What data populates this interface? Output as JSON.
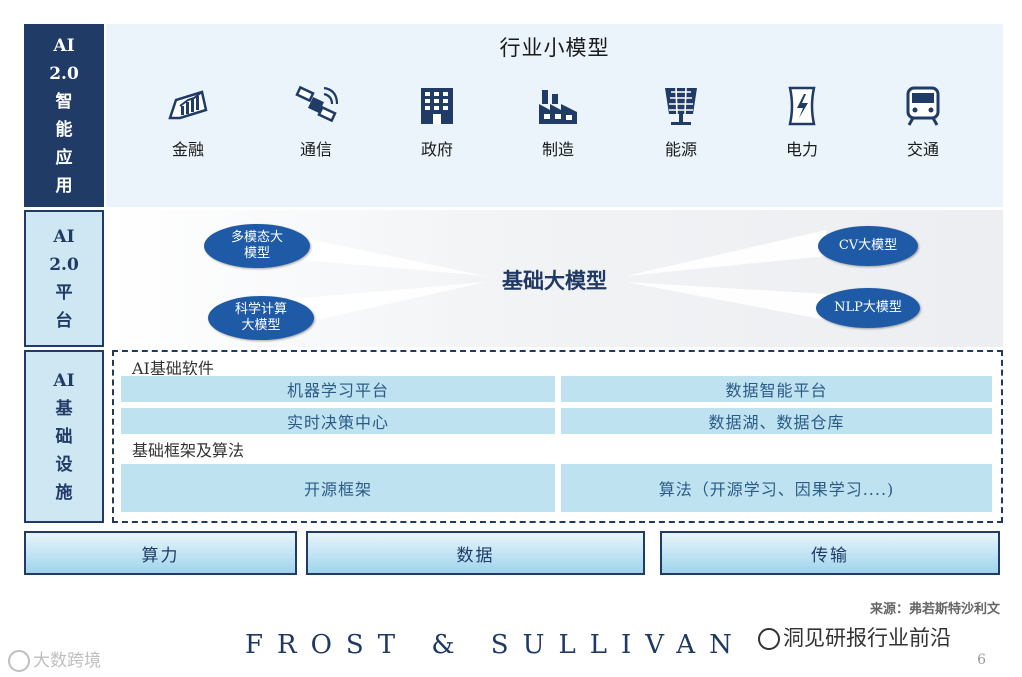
{
  "side_labels": {
    "apps": "AI\n2.0\n智\n能\n应\n用",
    "foundation": "AI\n2.0\n平\n台",
    "infra": "AI\n基\n础\n设\n施"
  },
  "apps": {
    "title": "行业小模型",
    "items": [
      {
        "label": "金融",
        "icon": "finance-chart-icon"
      },
      {
        "label": "通信",
        "icon": "satellite-icon"
      },
      {
        "label": "政府",
        "icon": "government-building-icon"
      },
      {
        "label": "制造",
        "icon": "factory-icon"
      },
      {
        "label": "能源",
        "icon": "solar-panel-icon"
      },
      {
        "label": "电力",
        "icon": "power-icon"
      },
      {
        "label": "交通",
        "icon": "train-icon"
      }
    ]
  },
  "foundation": {
    "title": "基础大模型",
    "ovals": {
      "multimodal": "多模态大\n模型",
      "science": "科学计算\n大模型",
      "cv": "CV大模型",
      "nlp": "NLP大模型"
    }
  },
  "infra": {
    "software_title": "AI基础软件",
    "software_items": [
      "机器学习平台",
      "数据智能平台",
      "实时决策中心",
      "数据湖、数据仓库"
    ],
    "framework_title": "基础框架及算法",
    "framework_items": [
      "开源框架",
      "算法（开源学习、因果学习....)"
    ]
  },
  "base_layer": [
    "算力",
    "数据",
    "传输"
  ],
  "footer": {
    "source": "来源：弗若斯特沙利文",
    "brand": "FROST & SULLIVAN",
    "page": "6",
    "watermark_left": "大数跨境",
    "watermark_right": "洞见研报行业前沿"
  },
  "colors": {
    "navy": "#1f3b66",
    "light_blue": "#bfe2f0",
    "oval_blue": "#1f5aa6"
  }
}
